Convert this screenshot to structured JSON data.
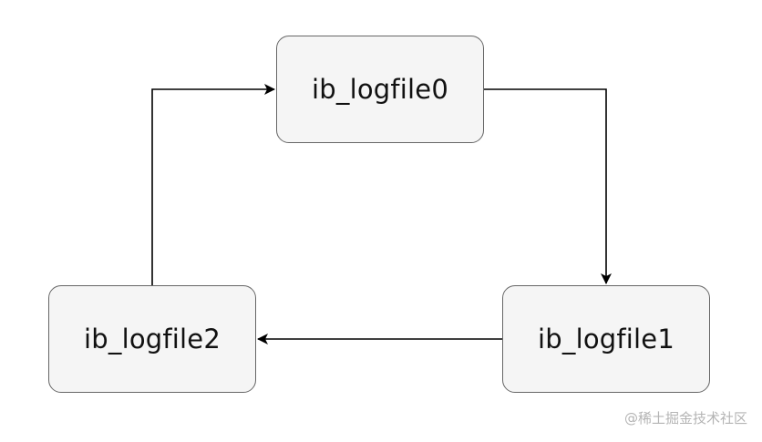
{
  "diagram": {
    "nodes": [
      {
        "id": "node-0",
        "label": "ib_logfile0"
      },
      {
        "id": "node-1",
        "label": "ib_logfile1"
      },
      {
        "id": "node-2",
        "label": "ib_logfile2"
      }
    ],
    "edges": [
      {
        "from": "ib_logfile0",
        "to": "ib_logfile1"
      },
      {
        "from": "ib_logfile1",
        "to": "ib_logfile2"
      },
      {
        "from": "ib_logfile2",
        "to": "ib_logfile0"
      }
    ],
    "colors": {
      "node_fill": "#f5f5f5",
      "node_border": "#666666",
      "edge": "#000000"
    }
  },
  "watermark": {
    "text": "@稀土掘金技术社区"
  }
}
